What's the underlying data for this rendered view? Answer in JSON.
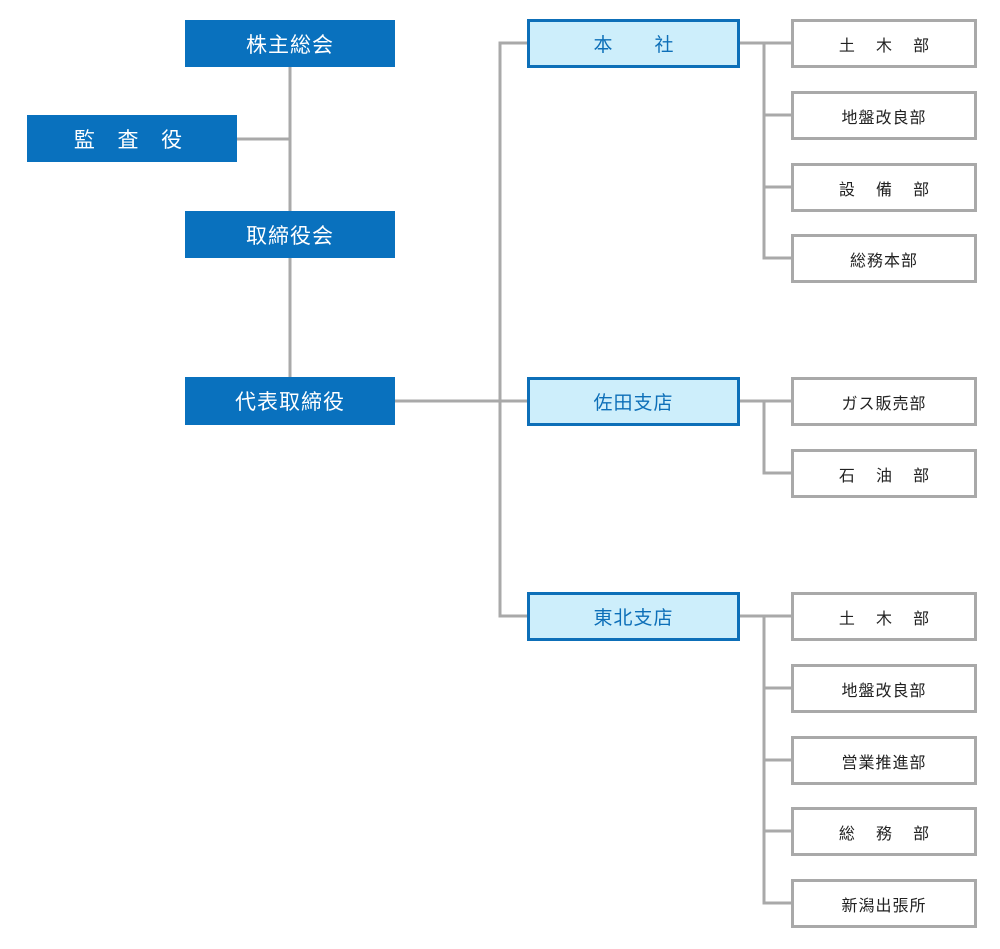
{
  "colors": {
    "executive_fill": "#0971be",
    "branch_fill": "#cdeefb",
    "branch_border": "#0d6fb8",
    "dept_border": "#a9a9a9",
    "connector": "#a9a9a9"
  },
  "executive": {
    "shareholders": "株主総会",
    "auditor": "監 査 役",
    "board": "取締役会",
    "president": "代表取締役"
  },
  "branches": [
    {
      "label": "本 社",
      "departments": [
        "土 木 部",
        "地盤改良部",
        "設 備 部",
        "総務本部"
      ]
    },
    {
      "label": "佐田支店",
      "departments": [
        "ガス販売部",
        "石 油 部"
      ]
    },
    {
      "label": "東北支店",
      "departments": [
        "土 木 部",
        "地盤改良部",
        "営業推進部",
        "総 務 部",
        "新潟出張所"
      ]
    }
  ]
}
